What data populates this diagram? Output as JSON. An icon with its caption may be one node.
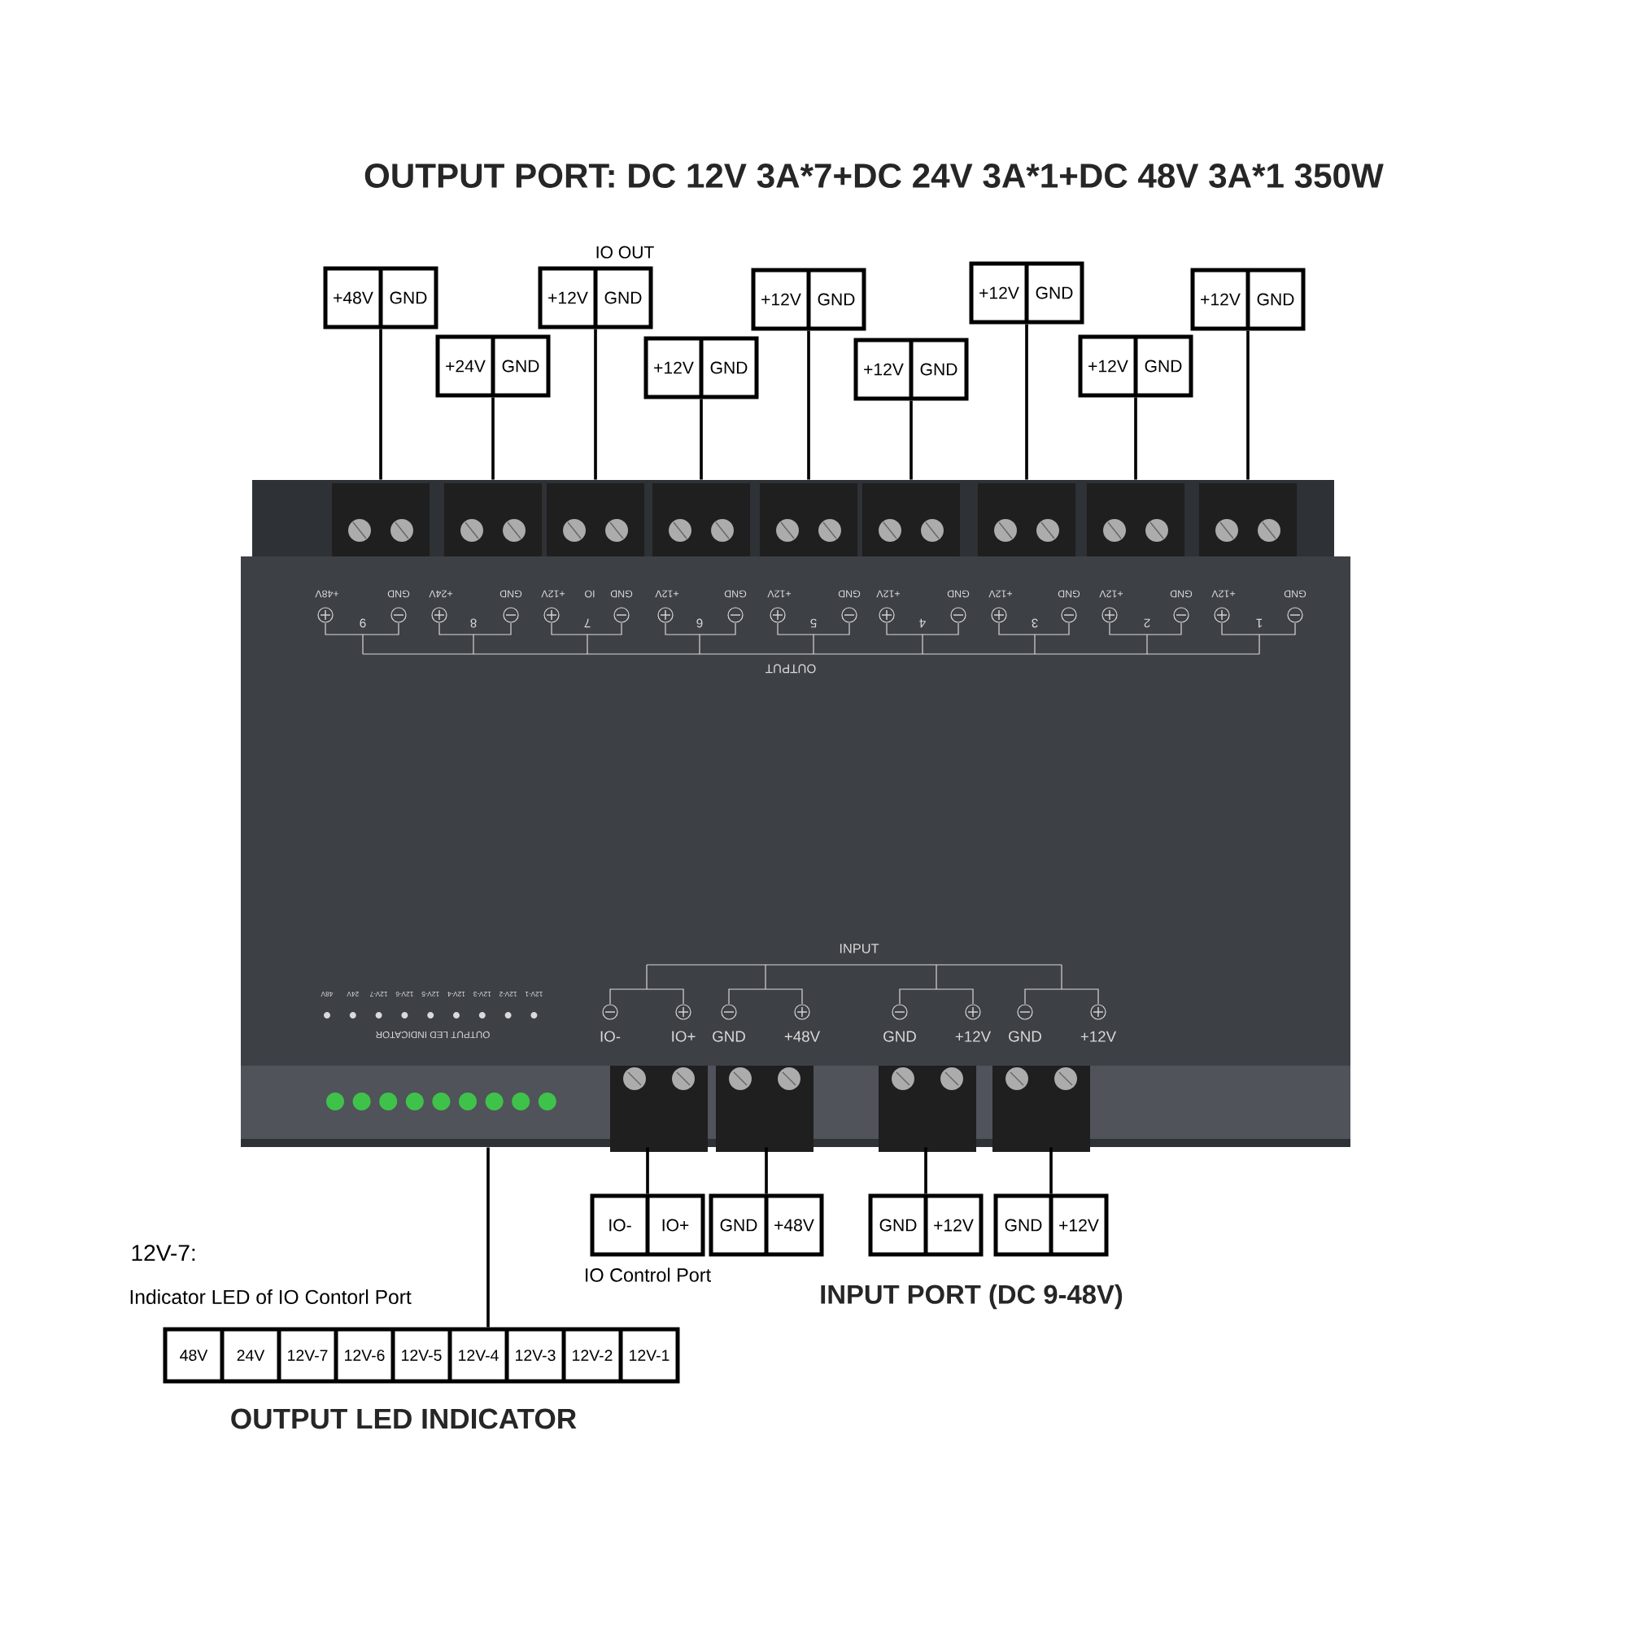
{
  "diagram": {
    "title": "OUTPUT PORT: DC 12V 3A*7+DC 24V 3A*1+DC 48V 3A*1  350W",
    "nodes": [
      {
        "text": [],
        "shape": "picture"
      },
      {
        "text": [
          "+48V",
          "GND"
        ]
      },
      {
        "text": [
          "+24V",
          "GND"
        ]
      },
      {
        "text": [
          "IO OUT",
          "+12V",
          "GND"
        ]
      },
      {
        "text": [
          "+12V",
          "GND"
        ]
      },
      {
        "text": [
          "+12V",
          "GND"
        ]
      },
      {
        "text": [
          "+12V",
          "GND"
        ]
      },
      {
        "text": [
          "+12V",
          "GND"
        ]
      },
      {
        "text": [
          "+12V",
          "GND"
        ]
      },
      {
        "text": [
          "+12V",
          "GND"
        ]
      },
      {
        "text": [
          "IO-",
          "IO+"
        ],
        "beside": [
          "IO Control Port"
        ]
      },
      {
        "text": [
          "GND",
          "+48V"
        ]
      },
      {
        "text": [
          "GND",
          "+12V"
        ]
      },
      {
        "text": [
          "GND",
          "+12V"
        ]
      },
      {
        "text": [
          "48V",
          "24V",
          "12V-7",
          "12V-6",
          "12V-5",
          "12V-4",
          "12V-3",
          "12V-2",
          "12V-1"
        ]
      }
    ],
    "edges": [
      {
        "from": 1,
        "to": 0,
        "arrow": "none"
      },
      {
        "from": 2,
        "to": 0,
        "arrow": "none"
      },
      {
        "from": 3,
        "to": 0,
        "arrow": "none"
      },
      {
        "from": 4,
        "to": 0,
        "arrow": "none"
      },
      {
        "from": 5,
        "to": 0,
        "arrow": "none"
      },
      {
        "from": 6,
        "to": 0,
        "arrow": "none"
      },
      {
        "from": 7,
        "to": 0,
        "arrow": "none"
      },
      {
        "from": 8,
        "to": 0,
        "arrow": "none"
      },
      {
        "from": 9,
        "to": 0,
        "arrow": "none"
      },
      {
        "from": 10,
        "to": 0,
        "arrow": "none"
      },
      {
        "from": 11,
        "to": 0,
        "arrow": "none"
      },
      {
        "from": 12,
        "to": 0,
        "arrow": "none"
      },
      {
        "from": 13,
        "to": 0,
        "arrow": "none"
      },
      {
        "from": 14,
        "to": 0,
        "arrow": "none"
      }
    ],
    "labels": [
      "+48V",
      "GND",
      "9",
      "+24V",
      "GND",
      "8",
      "+12V",
      "IO",
      "GND",
      "7",
      "+12V",
      "GND",
      "6",
      "+12V",
      "GND",
      "5",
      "+12V",
      "GND",
      "4",
      "+12V",
      "GND",
      "3",
      "+12V",
      "GND",
      "2",
      "+12V",
      "GND",
      "1",
      "OUTPUT",
      "48V",
      "24V",
      "12V-7",
      "12V-6",
      "12V-5",
      "12V-4",
      "12V-3",
      "12V-2",
      "12V-1",
      "OUTPUT LED INDICATOR",
      "INPUT",
      "IO-",
      "IO+",
      "GND",
      "+48V",
      "GND",
      "+12V",
      "GND",
      "+12V",
      "12V-7:",
      "Indicator LED of IO Contorl Port",
      "INPUT PORT (DC 9-48V)",
      "OUTPUT LED INDICATOR"
    ]
  }
}
